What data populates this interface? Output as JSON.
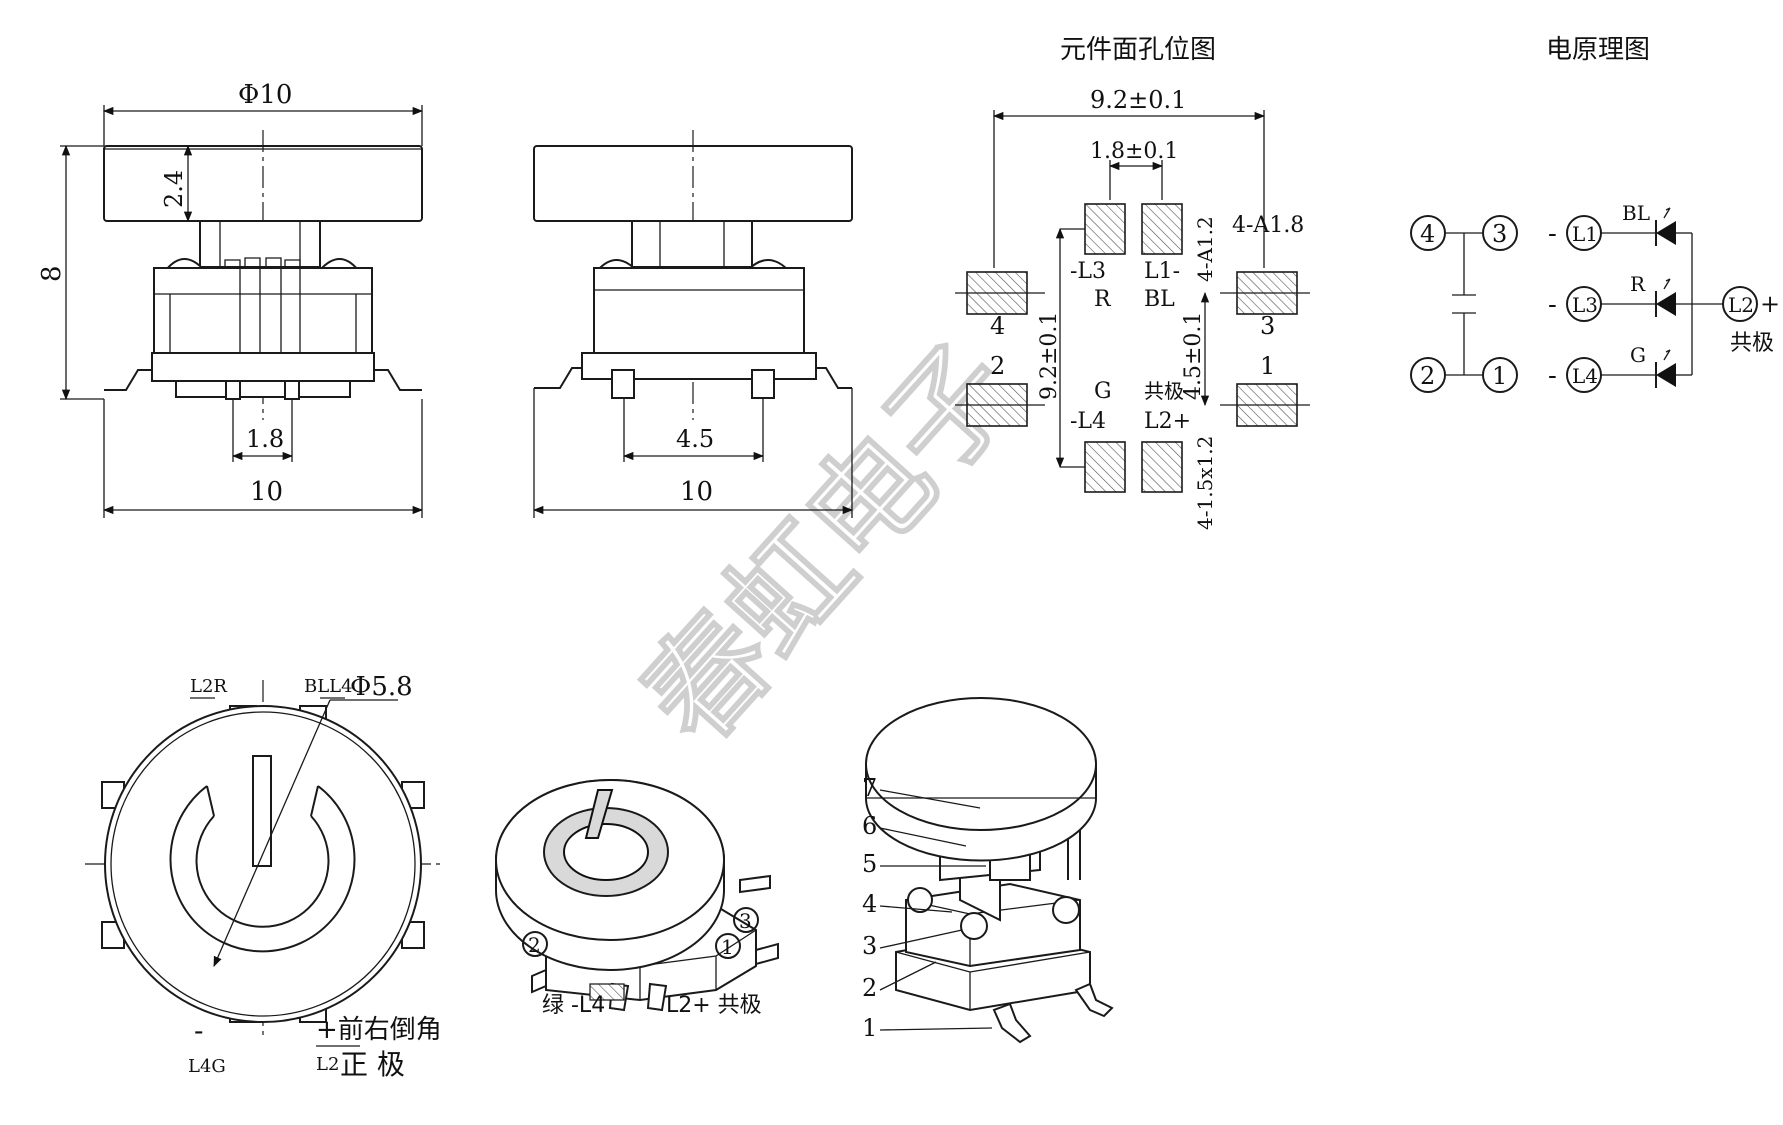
{
  "front_view": {
    "dim_diameter": "Φ10",
    "dim_cap_height": "2.4",
    "dim_height": "8",
    "dim_pitch": "1.8",
    "dim_width": "10"
  },
  "side_view": {
    "dim_pitch": "4.5",
    "dim_width": "10"
  },
  "pcb_layout": {
    "title": "元件面孔位图",
    "dim_span": "9.2±0.1",
    "dim_pad_gap": "1.8±0.1",
    "dim_hole": "4-A1.8",
    "dim_hole2": "4-A1.2",
    "dim_vert": "9.2±0.1",
    "dim_vert2": "4.5±0.1",
    "dim_slot": "4-1.5x1.2",
    "lbl_L3": "-L3",
    "lbl_R": "R",
    "lbl_L1": "L1-",
    "lbl_BL": "BL",
    "lbl_G": "G",
    "lbl_L4": "-L4",
    "lbl_common": "共极",
    "lbl_L2": "L2+",
    "pin4": "4",
    "pin3": "3",
    "pin2": "2",
    "pin1": "1"
  },
  "schematic": {
    "title": "电原理图",
    "node4": "4",
    "node3": "3",
    "node2": "2",
    "node1": "1",
    "l1": "L1",
    "l3": "L3",
    "l4": "L4",
    "l2": "L2",
    "minus1": "-",
    "minus3": "-",
    "minus4": "-",
    "plus": "+",
    "bl": "BL",
    "r": "R",
    "g": "G",
    "common": "共极"
  },
  "top_view": {
    "l2r": "L2R",
    "bll4": "BLL4",
    "dia": "Φ5.8",
    "minus": "-",
    "l4g": "L4G",
    "note1": "+前右倒角",
    "note2_a": "L2",
    "note2_b": "正  极"
  },
  "iso_view": {
    "c2": "2",
    "c3": "3",
    "c1": "1",
    "green": "绿 -L4",
    "l2": "L2+ 共极"
  },
  "exploded_view": {
    "p7": "7",
    "p6": "6",
    "p5": "5",
    "p4": "4",
    "p3": "3",
    "p2": "2",
    "p1": "1"
  },
  "watermark": "春虹电子"
}
